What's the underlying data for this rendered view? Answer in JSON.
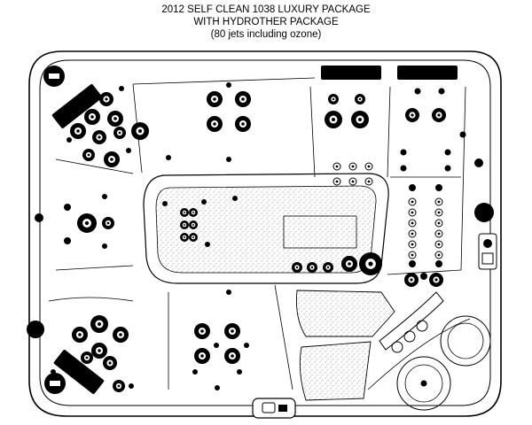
{
  "header": {
    "line1": "2012 SELF CLEAN 1038 LUXURY PACKAGE",
    "line2": "WITH HYDROTHER PACKAGE",
    "line3": "(80 jets including ozone)"
  },
  "diagram": {
    "type": "hot-tub jet layout",
    "jet_count": 80
  }
}
